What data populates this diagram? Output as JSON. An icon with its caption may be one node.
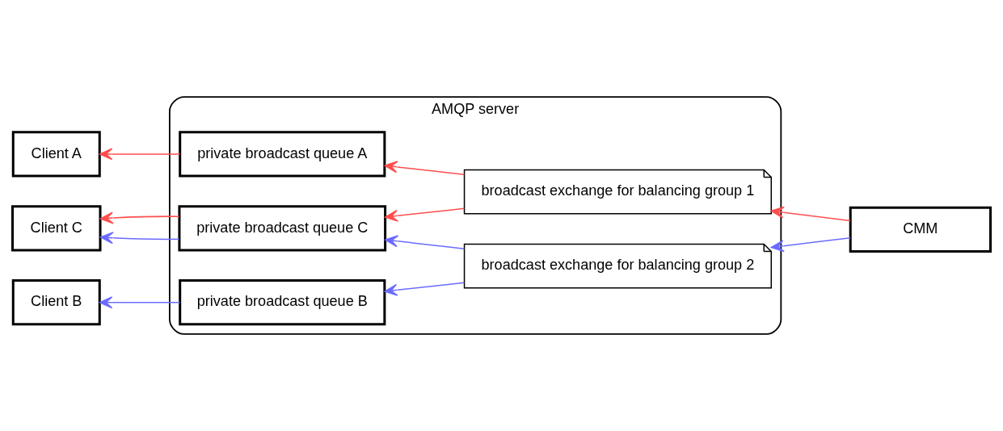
{
  "diagram": {
    "nodes": [
      {
        "text": [
          "AMQP server"
        ]
      },
      {
        "text": [
          "Client A"
        ]
      },
      {
        "text": [
          "Client B"
        ]
      },
      {
        "text": [
          "Client C"
        ]
      },
      {
        "text": [
          "private broadcast queue A"
        ],
        "in": 0
      },
      {
        "text": [
          "private broadcast queue B"
        ],
        "in": 0
      },
      {
        "text": [
          "private broadcast queue C"
        ],
        "in": 0
      },
      {
        "text": [
          "broadcast exchange for balancing group 1"
        ],
        "in": 0
      },
      {
        "text": [
          "broadcast exchange for balancing group 2"
        ],
        "in": 0
      },
      {
        "text": [
          "CMM"
        ]
      }
    ],
    "edges": [
      {
        "from": 9,
        "to": 7,
        "arrow": "to",
        "color": "#ff4d4d"
      },
      {
        "from": 9,
        "to": 8,
        "arrow": "to",
        "color": "#6b6bff"
      },
      {
        "from": 7,
        "to": 4,
        "arrow": "to",
        "color": "#ff4d4d"
      },
      {
        "from": 7,
        "to": 6,
        "arrow": "to",
        "color": "#ff4d4d"
      },
      {
        "from": 8,
        "to": 5,
        "arrow": "to",
        "color": "#6b6bff"
      },
      {
        "from": 8,
        "to": 6,
        "arrow": "to",
        "color": "#6b6bff"
      },
      {
        "from": 4,
        "to": 1,
        "arrow": "to",
        "color": "#ff4d4d"
      },
      {
        "from": 5,
        "to": 2,
        "arrow": "to",
        "color": "#6b6bff"
      },
      {
        "from": 6,
        "to": 3,
        "arrow": "to",
        "color": "#6b6bff"
      },
      {
        "from": 6,
        "to": 3,
        "arrow": "to",
        "color": "#ff4d4d"
      }
    ]
  }
}
